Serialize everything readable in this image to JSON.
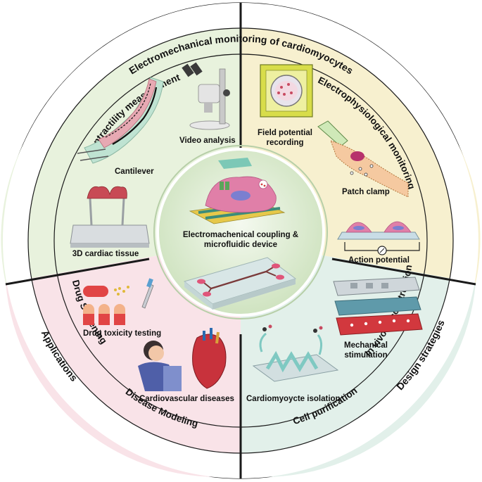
{
  "outer_ring": {
    "top": "Electromechanical monitoring of cardiomyocytes",
    "bottom_left": "Applications",
    "bottom_right": "Design strategies"
  },
  "middle_ring": {
    "top_left": "Contractility measurement",
    "top_right": "Electrophysiological monitoring",
    "left_a": "Drug Screening",
    "left_b": "Disease Modeling",
    "right_a": "In vivo Reconstruction",
    "right_b": "Cell purification"
  },
  "center": {
    "line1": "Electromachenical coupling &",
    "line2": "microfluidic device"
  },
  "captions": {
    "video_analysis": "Video analysis",
    "cantilever": "Cantilever",
    "tissue_3d": "3D cardiac tissue",
    "field_potential_1": "Field potential",
    "field_potential_2": "recording",
    "patch_clamp": "Patch clamp",
    "action_potential": "Action potential",
    "drug_toxicity": "Drug toxicity testing",
    "cardiovascular": "Cardiovascular diseases",
    "mechanical_1": "Mechanical",
    "mechanical_2": "stimulation",
    "cm_isolation": "Cardiomyoycte isolation"
  },
  "colors": {
    "q_top_left": "#e8f2dd",
    "q_top_right": "#f7f0cf",
    "q_bottom_left": "#f9e3e8",
    "q_bottom_right": "#e2f0ea",
    "center_fill": "#dcebd0",
    "cell_pink": "#e07fa8",
    "divider": "#1a1a1a"
  }
}
